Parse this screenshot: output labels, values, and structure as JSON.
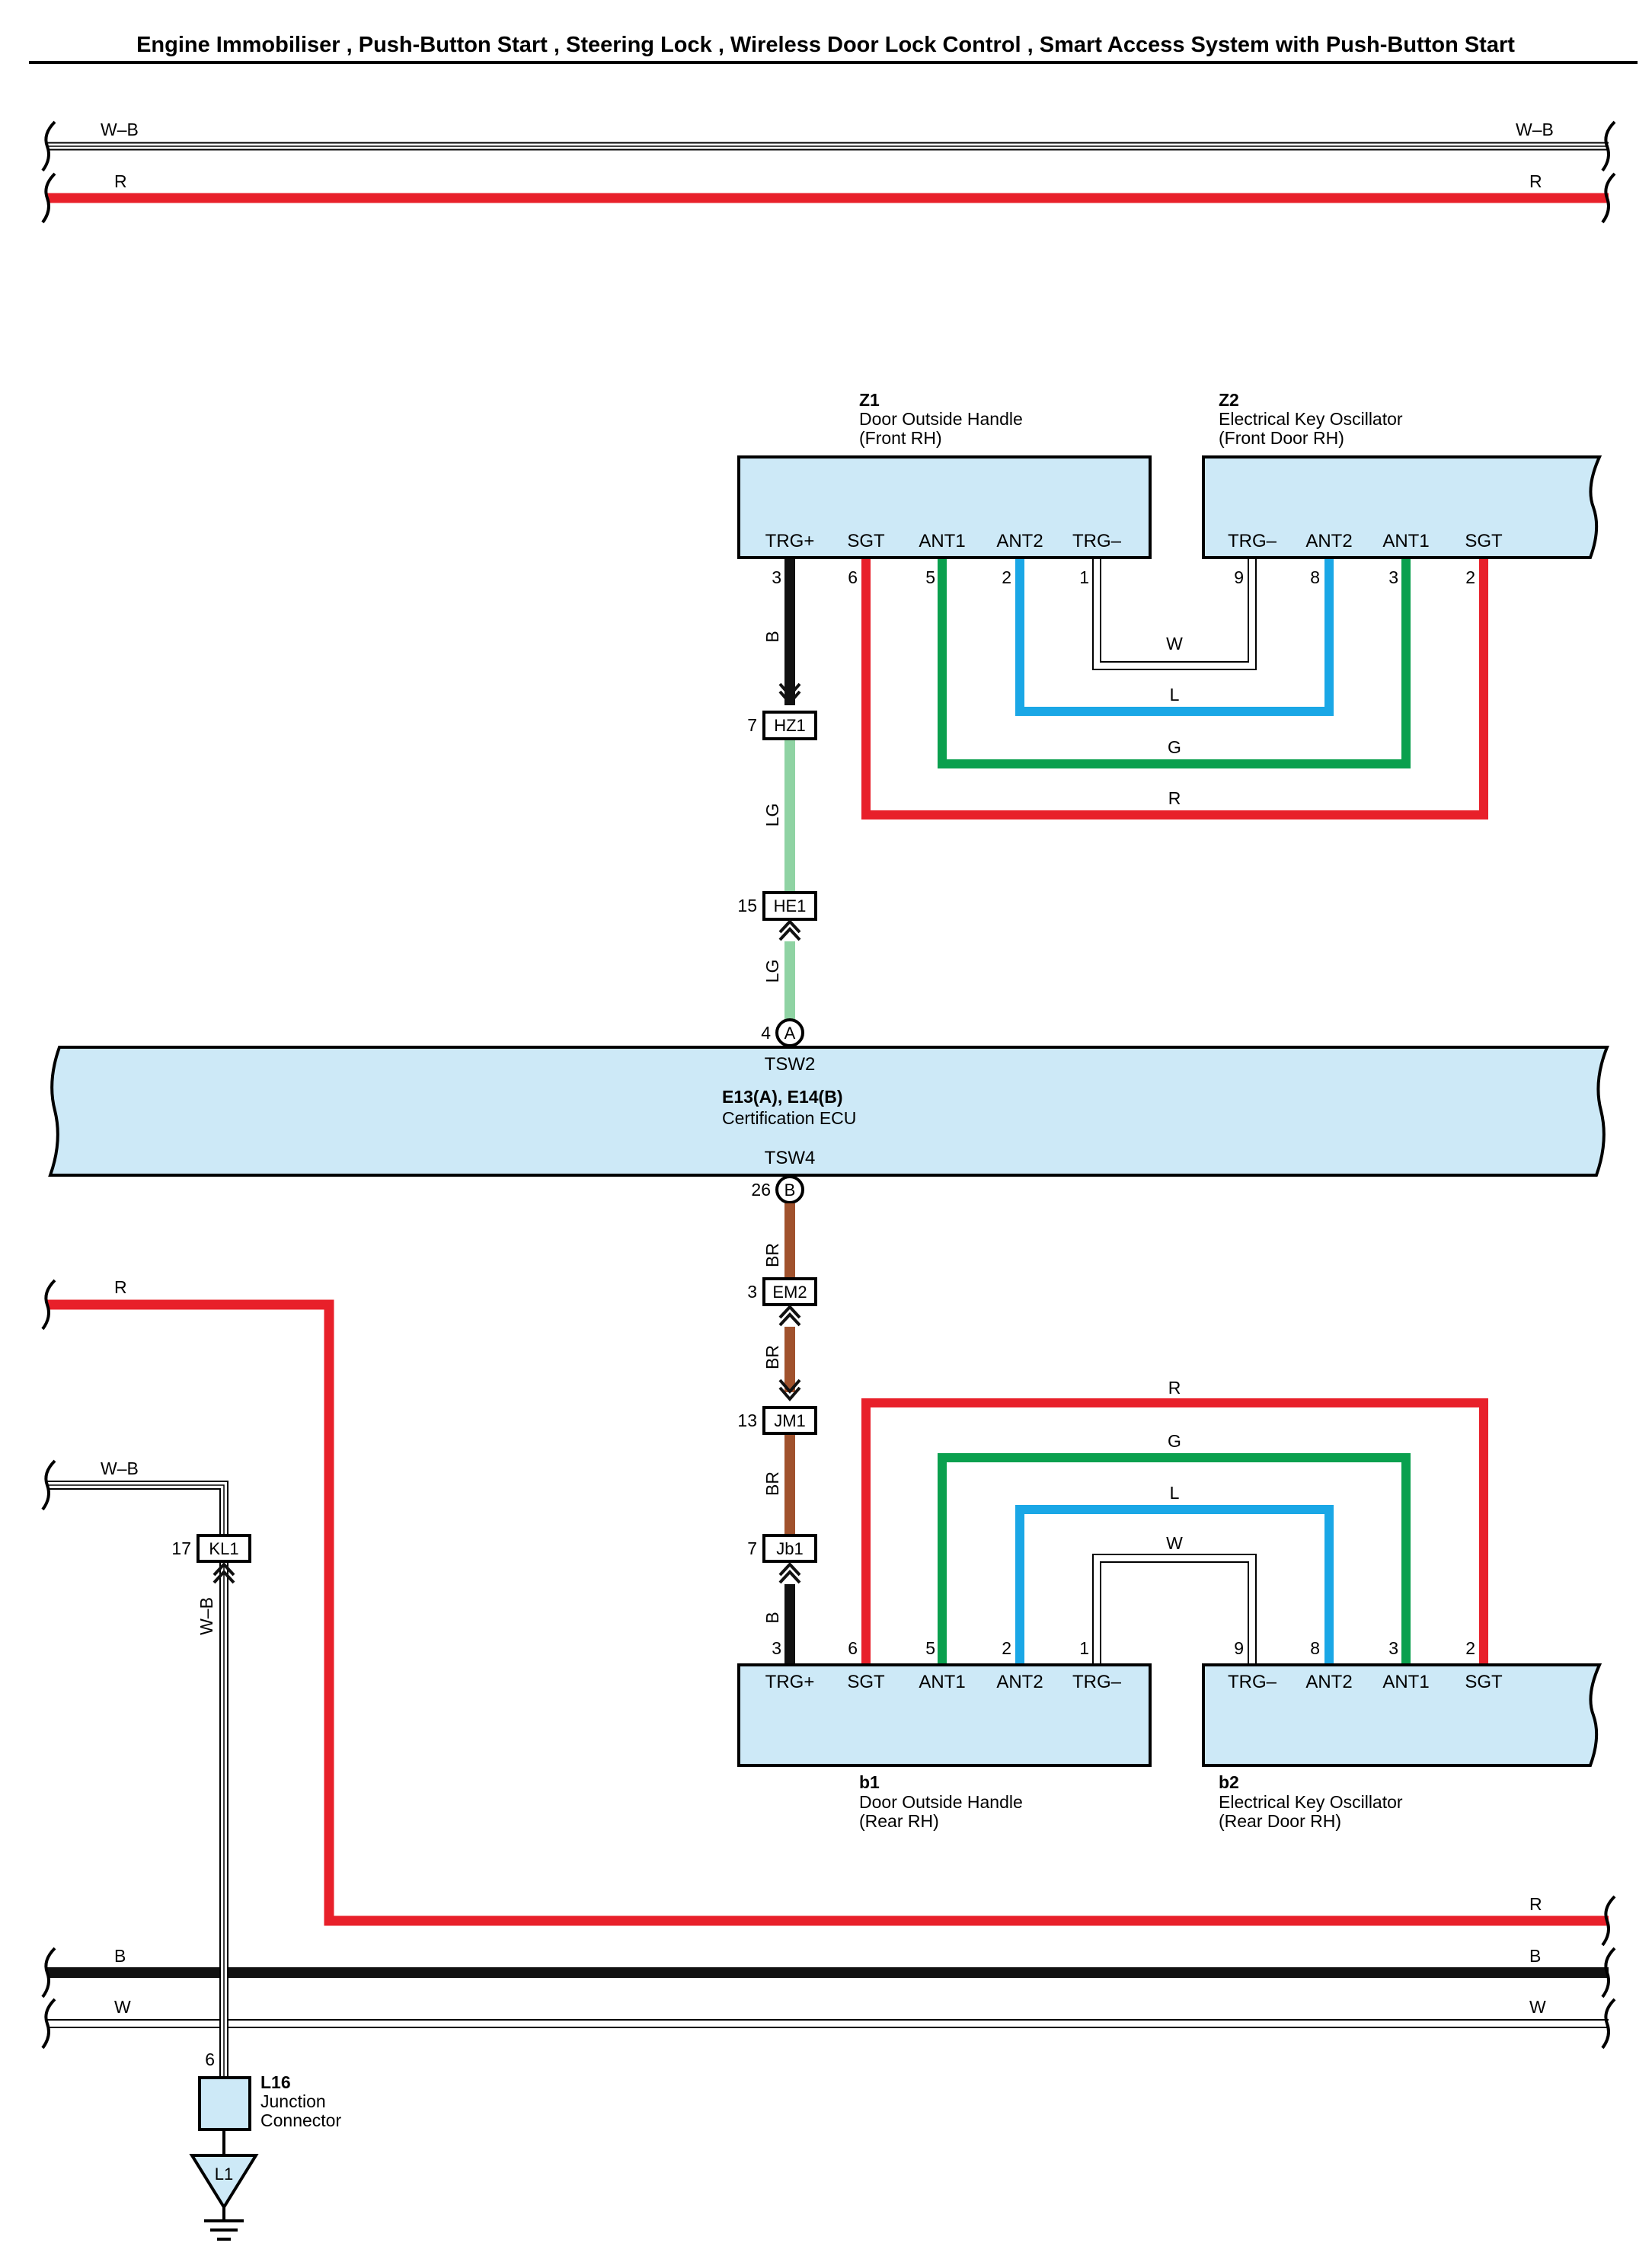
{
  "title": "Engine Immobiliser , Push-Button Start , Steering Lock , Wireless Door Lock Control , Smart Access System with Push-Button Start",
  "colors": {
    "component_fill": "#cde9f7",
    "wire_R": "#e8202a",
    "wire_G": "#0aa04e",
    "wire_L": "#1aa7e6",
    "wire_B": "#111111",
    "wire_LG": "#8fd3a3",
    "wire_BR": "#a0522d",
    "wire_W": "#ffffff",
    "wire_WB_stripe": "#000000"
  },
  "wire_labels": {
    "wb_top_left": "W–B",
    "wb_top_right": "W–B",
    "r_top_left": "R",
    "r_top_right": "R",
    "b_hz1": "B",
    "lg_upper": "LG",
    "lg_lower": "LG",
    "w_top_loop": "W",
    "l_top_loop": "L",
    "g_top_loop": "G",
    "r_top_loop": "R",
    "br_1": "BR",
    "br_2": "BR",
    "br_3": "BR",
    "b_jb1": "B",
    "r_bottom_loop": "R",
    "g_bottom_loop": "G",
    "l_bottom_loop": "L",
    "w_bottom_loop": "W",
    "r_left": "R",
    "wb_left": "W–B",
    "wb_vertical": "W–B",
    "r_bottom_bus": "R",
    "b_bus_left": "B",
    "b_bus_right": "B",
    "w_bus_left": "W",
    "w_bus_right": "W"
  },
  "components": {
    "z1": {
      "code": "Z1",
      "name": "Door Outside Handle",
      "sub": "(Front RH)",
      "terminals": [
        "TRG+",
        "SGT",
        "ANT1",
        "ANT2",
        "TRG–"
      ],
      "pins": [
        "3",
        "6",
        "5",
        "2",
        "1"
      ]
    },
    "z2": {
      "code": "Z2",
      "name": "Electrical Key Oscillator",
      "sub": "(Front Door RH)",
      "terminals": [
        "TRG–",
        "ANT2",
        "ANT1",
        "SGT"
      ],
      "pins": [
        "9",
        "8",
        "3",
        "2"
      ]
    },
    "ecu": {
      "code": "E13(A), E14(B)",
      "name": "Certification ECU",
      "term_top": "TSW2",
      "term_bottom": "TSW4",
      "pin_top": "4",
      "conn_top": "A",
      "pin_bottom": "26",
      "conn_bottom": "B"
    },
    "b1": {
      "code": "b1",
      "name": "Door Outside Handle",
      "sub": "(Rear RH)",
      "terminals": [
        "TRG+",
        "SGT",
        "ANT1",
        "ANT2",
        "TRG–"
      ],
      "pins": [
        "3",
        "6",
        "5",
        "2",
        "1"
      ]
    },
    "b2": {
      "code": "b2",
      "name": "Electrical Key Oscillator",
      "sub": "(Rear Door RH)",
      "terminals": [
        "TRG–",
        "ANT2",
        "ANT1",
        "SGT"
      ],
      "pins": [
        "9",
        "8",
        "3",
        "2"
      ]
    },
    "l16": {
      "code": "L16",
      "name": "Junction",
      "sub": "Connector",
      "pin": "6"
    },
    "ground": {
      "label": "L1"
    }
  },
  "connectors": [
    {
      "id": "hz1",
      "label": "HZ1",
      "pin": "7"
    },
    {
      "id": "he1",
      "label": "HE1",
      "pin": "15"
    },
    {
      "id": "em2",
      "label": "EM2",
      "pin": "3"
    },
    {
      "id": "jm1",
      "label": "JM1",
      "pin": "13"
    },
    {
      "id": "jb1",
      "label": "Jb1",
      "pin": "7"
    },
    {
      "id": "kl1",
      "label": "KL1",
      "pin": "17"
    }
  ]
}
